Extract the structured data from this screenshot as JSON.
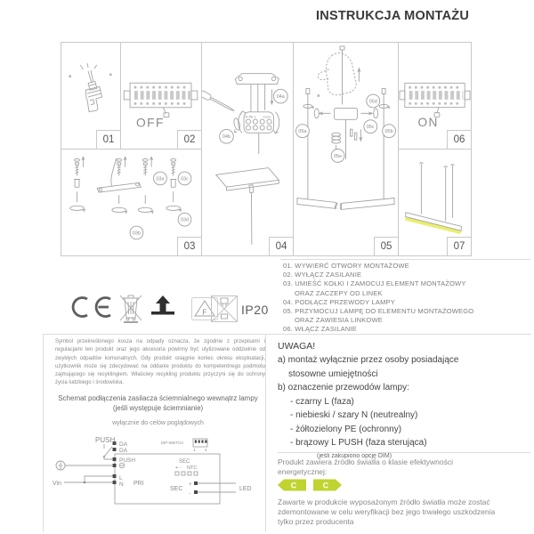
{
  "title": "INSTRUKCJA MONTAŻU",
  "panels": {
    "p1": {
      "num": "01"
    },
    "p2": {
      "num": "02",
      "caption": "OFF"
    },
    "p3": {
      "num": "03",
      "c_a": "03a",
      "c_b": "03b",
      "c_c": "03c",
      "c_d": "03d"
    },
    "p4": {
      "num": "04",
      "c_a": "04a",
      "c_b": "04b",
      "terminals": "N PE L",
      "push": "PUSH"
    },
    "p5": {
      "num": "05",
      "c_a": "05a",
      "c_b": "05b",
      "c_c": "05c",
      "c_d": "05d",
      "c_e": "05e"
    },
    "p6": {
      "num": "06",
      "caption": "ON"
    },
    "p7": {
      "num": "07"
    }
  },
  "steps": [
    "01. WYWIERĆ OTWORY MONTAŻOWE",
    "02. WYŁĄCZ ZASILANIE",
    "03. UMIEŚĆ KOŁKI I ZAMOCUJ ELEMENT MONTAŻOWY",
    "ORAZ ZACZEPY OD LINEK",
    "04. PODŁĄCZ PRZEWODY LAMPY",
    "05. PRZYMOCUJ LAMPĘ DO ELEMENTU MONTAŻOWEGO",
    "ORAZ ZAWIESIA LINKOWE",
    "06. WŁĄCZ ZASILANIE"
  ],
  "certs": {
    "icons": [
      "ce-mark",
      "weee-crossed-bin",
      "flammable-surface-mount",
      "f-mark-triangle",
      "no-insulation-cover"
    ],
    "f_label": "F",
    "ip_rating": "IP20"
  },
  "disposal_text": "Symbol przekreślonego kosza na odpady oznacza, że zgodnie z przepisami i regulacjami ten produkt oraz jego akcesoria powinny być utylizowane oddzielnie od zwykłych odpadów komunalnych. Gdy produkt osiągnie koniec okresu eksploatacji, użytkownik może się zdecydować na oddanie produktu do kompetentnego podmiotu zajmującego się recyklingiem. Właściwy recykling produktu przyczyni się do ochrony życia ludzkiego i środowiska.",
  "schematic": {
    "heading": "Schemat podłączenia zasilacza ściemnialnego wewnątrz lampy",
    "subheading": "(jeśli występuje ściemnianie)",
    "note": "wyłącznie do celów poglądowych",
    "push_label": "PUSH",
    "vin_label": "Vin",
    "t_da1": "DA",
    "t_da2": "DA",
    "t_push": "PUSH",
    "t_l": "L",
    "t_n": "N",
    "pri_label": "PRI",
    "dip_label": "DIP-SWITCH",
    "dip_1": "1",
    "dip_4": "4",
    "sec_label": "SEC",
    "sec_pm": "+ -",
    "ntc_label": "NTC",
    "sec2_label": "SEC",
    "plus": "+",
    "minus": "-",
    "led_label": "LED"
  },
  "uwaga": {
    "title": "UWAGA!",
    "a1": "a) montaż wyłącznie przez osoby posiadające",
    "a2": "stosowne umiejętności",
    "b": "b) oznaczenie przewodów lampy:",
    "w1": "- czarny L (faza)",
    "w2": "- niebieski / szary N (neutrealny)",
    "w3": "- żółtozielony PE (ochronny)",
    "w4": "- brązowy L PUSH (faza sterująca)",
    "dim": "(jeśli zakupiono opcję DIM)"
  },
  "energy": {
    "heading": "Produkt zawiera źródło światła o klasie efektywności energetycznej:",
    "class_left": "C",
    "class_right": "C",
    "note": "Zawarte w produkcie wyposażonym źródło światła może zostać zdemontowane w celu weryfikacji bez jego trwałego uszkodzenia tylko przez producenta"
  },
  "colors": {
    "badge_green": "#c0d32f",
    "lamp_glow": "#e9ef6f"
  }
}
